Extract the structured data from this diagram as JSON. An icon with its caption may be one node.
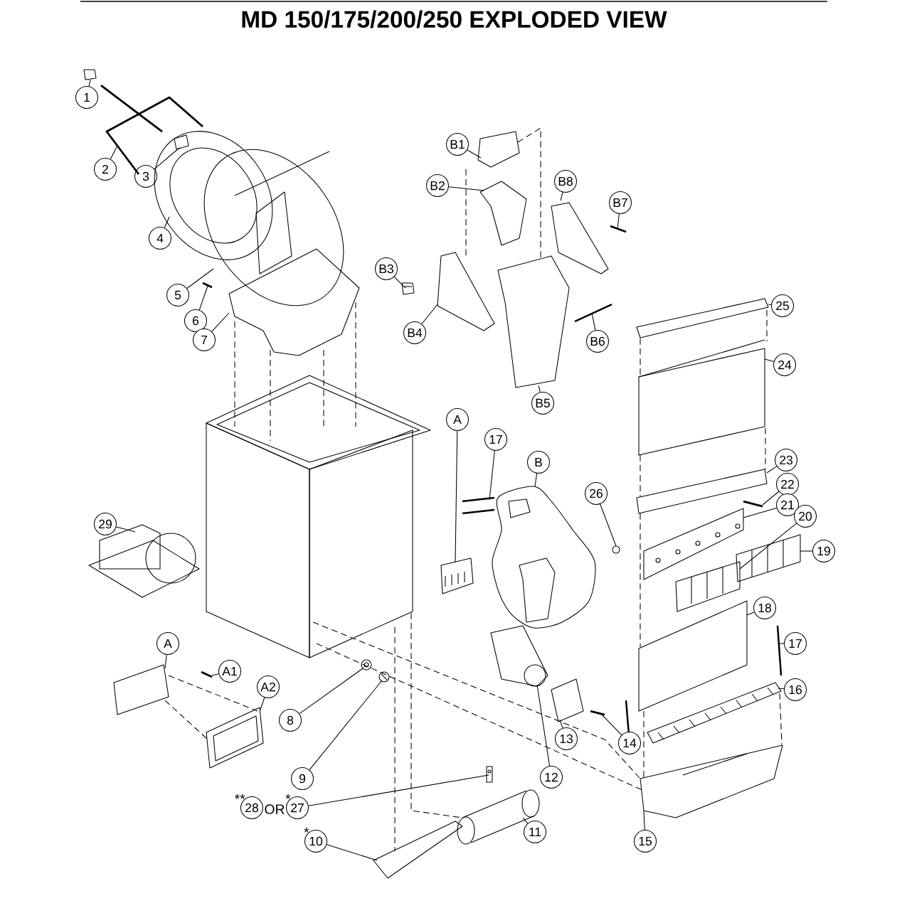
{
  "diagram": {
    "title": "MD 150/175/200/250 EXPLODED VIEW",
    "nodes": [
      {
        "text": [
          "1"
        ]
      },
      {
        "text": [
          "2"
        ]
      },
      {
        "text": [
          "3"
        ]
      },
      {
        "text": [
          "4"
        ]
      },
      {
        "text": [
          "5"
        ]
      },
      {
        "text": [
          "6"
        ]
      },
      {
        "text": [
          "7"
        ]
      },
      {
        "text": [
          "B1"
        ]
      },
      {
        "text": [
          "B8"
        ]
      },
      {
        "text": [
          "B2"
        ]
      },
      {
        "text": [
          "B7"
        ]
      },
      {
        "text": [
          "B3"
        ]
      },
      {
        "text": [
          "B4"
        ]
      },
      {
        "text": [
          "B6"
        ]
      },
      {
        "text": [
          "B5"
        ]
      },
      {
        "text": [
          "25"
        ]
      },
      {
        "text": [
          "24"
        ]
      },
      {
        "text": [
          "A"
        ]
      },
      {
        "text": [
          "17"
        ]
      },
      {
        "text": [
          "B"
        ]
      },
      {
        "text": [
          "23"
        ]
      },
      {
        "text": [
          "26"
        ]
      },
      {
        "text": [
          "22"
        ]
      },
      {
        "text": [
          "21"
        ]
      },
      {
        "text": [
          "20"
        ]
      },
      {
        "text": [
          "29"
        ]
      },
      {
        "text": [
          "19"
        ]
      },
      {
        "text": [
          "18"
        ]
      },
      {
        "text": [
          "17"
        ]
      },
      {
        "text": [
          "A"
        ]
      },
      {
        "text": [
          "A1"
        ]
      },
      {
        "text": [
          "16"
        ]
      },
      {
        "text": [
          "A2"
        ]
      },
      {
        "text": [
          "8"
        ]
      },
      {
        "text": [
          "14"
        ]
      },
      {
        "text": [
          "13"
        ]
      },
      {
        "text": [
          "9"
        ]
      },
      {
        "text": [
          "12"
        ]
      },
      {
        "text": [
          "28"
        ],
        "beside": [
          "**"
        ]
      },
      {
        "text": [
          "27"
        ],
        "beside": [
          "*"
        ]
      },
      {
        "text": [
          "11"
        ]
      },
      {
        "text": [
          "10"
        ],
        "beside": [
          "*"
        ]
      },
      {
        "text": [
          "15"
        ]
      },
      {
        "text": [],
        "shape": "picture"
      },
      {
        "text": [],
        "shape": "picture"
      },
      {
        "text": [],
        "shape": "picture"
      },
      {
        "text": [],
        "shape": "picture"
      },
      {
        "text": [],
        "shape": "picture"
      },
      {
        "text": [],
        "shape": "picture"
      },
      {
        "text": [],
        "shape": "picture"
      },
      {
        "text": [],
        "shape": "picture"
      },
      {
        "text": [],
        "shape": "picture"
      },
      {
        "text": [],
        "shape": "picture"
      },
      {
        "text": [],
        "shape": "picture"
      },
      {
        "text": [],
        "shape": "picture"
      },
      {
        "text": [],
        "shape": "picture"
      },
      {
        "text": [],
        "shape": "picture"
      },
      {
        "text": [],
        "shape": "picture"
      },
      {
        "text": [],
        "shape": "picture"
      },
      {
        "text": [],
        "shape": "picture"
      },
      {
        "text": [],
        "shape": "picture"
      },
      {
        "text": [],
        "shape": "picture"
      },
      {
        "text": [],
        "shape": "picture"
      },
      {
        "text": [],
        "shape": "picture"
      },
      {
        "text": [],
        "shape": "picture"
      },
      {
        "text": [],
        "shape": "picture"
      },
      {
        "text": [],
        "shape": "picture"
      },
      {
        "text": [],
        "shape": "picture"
      },
      {
        "text": [],
        "shape": "picture"
      },
      {
        "text": [],
        "shape": "picture"
      },
      {
        "text": [],
        "shape": "picture"
      },
      {
        "text": [],
        "shape": "picture"
      },
      {
        "text": [],
        "shape": "picture"
      },
      {
        "text": [],
        "shape": "picture"
      },
      {
        "text": [],
        "shape": "picture"
      },
      {
        "text": [],
        "shape": "picture"
      },
      {
        "text": [],
        "shape": "picture"
      },
      {
        "text": [],
        "shape": "picture"
      },
      {
        "text": [],
        "shape": "picture"
      },
      {
        "text": [],
        "shape": "picture"
      },
      {
        "text": [],
        "shape": "picture"
      },
      {
        "text": [],
        "shape": "picture"
      },
      {
        "text": [],
        "shape": "picture"
      },
      {
        "text": [],
        "shape": "picture"
      },
      {
        "text": [],
        "shape": "picture"
      },
      {
        "text": [],
        "shape": "picture"
      }
    ],
    "edges": [
      {
        "from": 0,
        "to": 43,
        "arrow": "none"
      },
      {
        "from": 1,
        "to": 44,
        "arrow": "none"
      },
      {
        "from": 2,
        "to": 45,
        "arrow": "none"
      },
      {
        "from": 3,
        "to": 46,
        "arrow": "none"
      },
      {
        "from": 4,
        "to": 47,
        "arrow": "none"
      },
      {
        "from": 5,
        "to": 48,
        "arrow": "none"
      },
      {
        "from": 6,
        "to": 49,
        "arrow": "none"
      },
      {
        "from": 7,
        "to": 50,
        "arrow": "none"
      },
      {
        "from": 8,
        "to": 51,
        "arrow": "none"
      },
      {
        "from": 9,
        "to": 52,
        "arrow": "none"
      },
      {
        "from": 10,
        "to": 53,
        "arrow": "none"
      },
      {
        "from": 11,
        "to": 54,
        "arrow": "none"
      },
      {
        "from": 12,
        "to": 55,
        "arrow": "none"
      },
      {
        "from": 13,
        "to": 56,
        "arrow": "none"
      },
      {
        "from": 14,
        "to": 57,
        "arrow": "none"
      },
      {
        "from": 15,
        "to": 58,
        "arrow": "none"
      },
      {
        "from": 16,
        "to": 59,
        "arrow": "none"
      },
      {
        "from": 17,
        "to": 60,
        "arrow": "none"
      },
      {
        "from": 18,
        "to": 61,
        "arrow": "none"
      },
      {
        "from": 19,
        "to": 62,
        "arrow": "none"
      },
      {
        "from": 20,
        "to": 63,
        "arrow": "none"
      },
      {
        "from": 21,
        "to": 64,
        "arrow": "none"
      },
      {
        "from": 22,
        "to": 65,
        "arrow": "none"
      },
      {
        "from": 23,
        "to": 66,
        "arrow": "none"
      },
      {
        "from": 24,
        "to": 67,
        "arrow": "none"
      },
      {
        "from": 25,
        "to": 68,
        "arrow": "none"
      },
      {
        "from": 26,
        "to": 69,
        "arrow": "none"
      },
      {
        "from": 27,
        "to": 70,
        "arrow": "none"
      },
      {
        "from": 28,
        "to": 71,
        "arrow": "none"
      },
      {
        "from": 29,
        "to": 72,
        "arrow": "none"
      },
      {
        "from": 30,
        "to": 73,
        "arrow": "none"
      },
      {
        "from": 31,
        "to": 74,
        "arrow": "none"
      },
      {
        "from": 32,
        "to": 75,
        "arrow": "none"
      },
      {
        "from": 33,
        "to": 76,
        "arrow": "none"
      },
      {
        "from": 34,
        "to": 77,
        "arrow": "none"
      },
      {
        "from": 35,
        "to": 78,
        "arrow": "none"
      },
      {
        "from": 36,
        "to": 79,
        "arrow": "none"
      },
      {
        "from": 37,
        "to": 80,
        "arrow": "none"
      },
      {
        "from": 39,
        "to": 81,
        "arrow": "none"
      },
      {
        "from": 40,
        "to": 82,
        "arrow": "none"
      },
      {
        "from": 41,
        "to": 83,
        "arrow": "none"
      },
      {
        "from": 42,
        "to": 84,
        "arrow": "none"
      },
      {
        "from": 49,
        "to": 85,
        "arrow": "none",
        "style": "dashed"
      },
      {
        "from": 49,
        "to": 85,
        "arrow": "none",
        "style": "dashed"
      },
      {
        "from": 49,
        "to": 85,
        "arrow": "none",
        "style": "dashed"
      },
      {
        "from": 49,
        "to": 85,
        "arrow": "none",
        "style": "dashed"
      },
      {
        "from": 50,
        "to": 55,
        "arrow": "none",
        "style": "dashed"
      },
      {
        "from": 50,
        "to": 57,
        "arrow": "none",
        "style": "dashed"
      },
      {
        "from": 85,
        "to": 84,
        "arrow": "none",
        "style": "dashed"
      },
      {
        "from": 85,
        "to": 84,
        "arrow": "none",
        "style": "dashed"
      },
      {
        "from": 85,
        "to": 82,
        "arrow": "none",
        "style": "dashed"
      },
      {
        "from": 85,
        "to": 83,
        "arrow": "none",
        "style": "dashed"
      },
      {
        "from": 72,
        "to": 75,
        "arrow": "none",
        "style": "dashed"
      },
      {
        "from": 72,
        "to": 75,
        "arrow": "none",
        "style": "dashed"
      },
      {
        "from": 58,
        "to": 59,
        "arrow": "none",
        "style": "dashed"
      },
      {
        "from": 58,
        "to": 59,
        "arrow": "none",
        "style": "dashed"
      },
      {
        "from": 59,
        "to": 63,
        "arrow": "none",
        "style": "dashed"
      },
      {
        "from": 59,
        "to": 63,
        "arrow": "none",
        "style": "dashed"
      },
      {
        "from": 63,
        "to": 70,
        "arrow": "none",
        "style": "dashed"
      },
      {
        "from": 70,
        "to": 84,
        "arrow": "none",
        "style": "dashed"
      },
      {
        "from": 74,
        "to": 84,
        "arrow": "none",
        "style": "dashed"
      }
    ],
    "labels": [
      "OR"
    ]
  }
}
